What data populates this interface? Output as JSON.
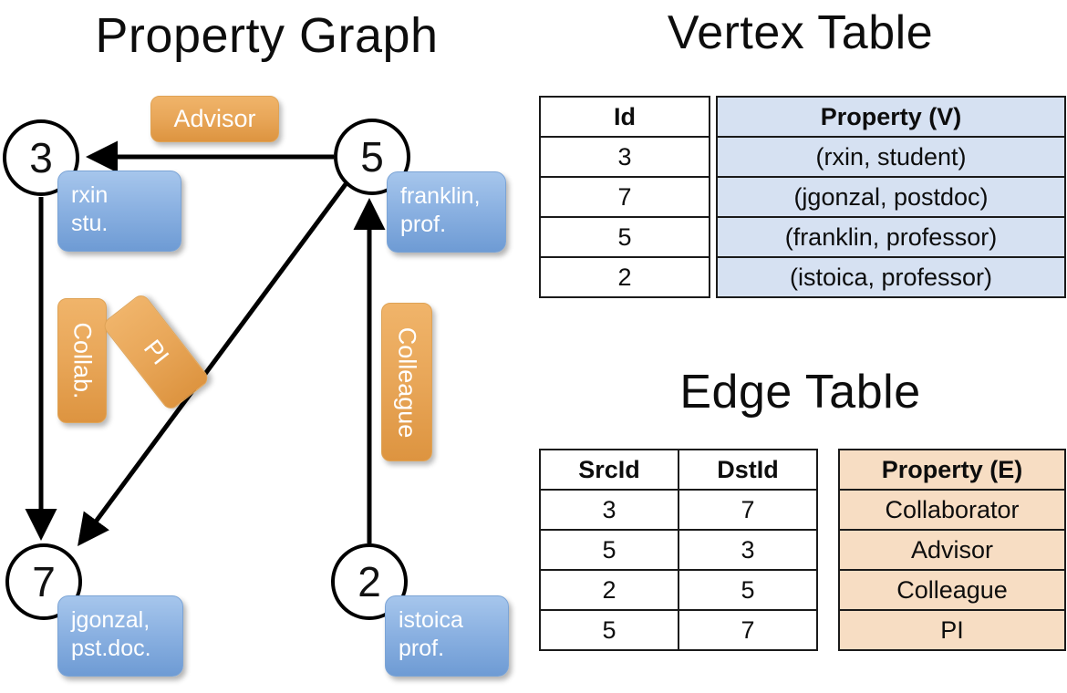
{
  "titles": {
    "property_graph": "Property Graph",
    "vertex_table": "Vertex Table",
    "edge_table": "Edge Table"
  },
  "graph": {
    "vertices": [
      {
        "id": "3",
        "label": "rxin\nstu.",
        "line1": "rxin",
        "line2": "stu."
      },
      {
        "id": "5",
        "label": "franklin, prof.",
        "line1": "franklin,",
        "line2": "prof."
      },
      {
        "id": "7",
        "label": "jgonzal, pst.doc.",
        "line1": "jgonzal,",
        "line2": "pst.doc."
      },
      {
        "id": "2",
        "label": "istoica prof.",
        "line1": "istoica",
        "line2": "prof."
      }
    ],
    "edge_labels": {
      "advisor": "Advisor",
      "collab": "Collab.",
      "pi": "PI",
      "colleague": "Colleague"
    },
    "edges": [
      {
        "src": "5",
        "dst": "3",
        "label": "Advisor"
      },
      {
        "src": "3",
        "dst": "7",
        "label": "Collab."
      },
      {
        "src": "5",
        "dst": "7",
        "label": "PI"
      },
      {
        "src": "2",
        "dst": "5",
        "label": "Colleague"
      }
    ]
  },
  "vertex_table": {
    "headers": [
      "Id",
      "Property (V)"
    ],
    "rows": [
      {
        "id": "3",
        "property": "(rxin, student)"
      },
      {
        "id": "7",
        "property": "(jgonzal, postdoc)"
      },
      {
        "id": "5",
        "property": "(franklin, professor)"
      },
      {
        "id": "2",
        "property": "(istoica, professor)"
      }
    ]
  },
  "edge_table": {
    "headers": [
      "SrcId",
      "DstId",
      "Property (E)"
    ],
    "rows": [
      {
        "src": "3",
        "dst": "7",
        "property": "Collaborator"
      },
      {
        "src": "5",
        "dst": "3",
        "property": "Advisor"
      },
      {
        "src": "2",
        "dst": "5",
        "property": "Colleague"
      },
      {
        "src": "5",
        "dst": "7",
        "property": "PI"
      }
    ]
  },
  "colors": {
    "vertex_property_fill": "#d6e1f2",
    "edge_property_fill": "#f7ddc3",
    "vertex_box_blue": "#8cb2e2",
    "edge_label_orange": "#e8a658",
    "stroke": "#000000"
  }
}
